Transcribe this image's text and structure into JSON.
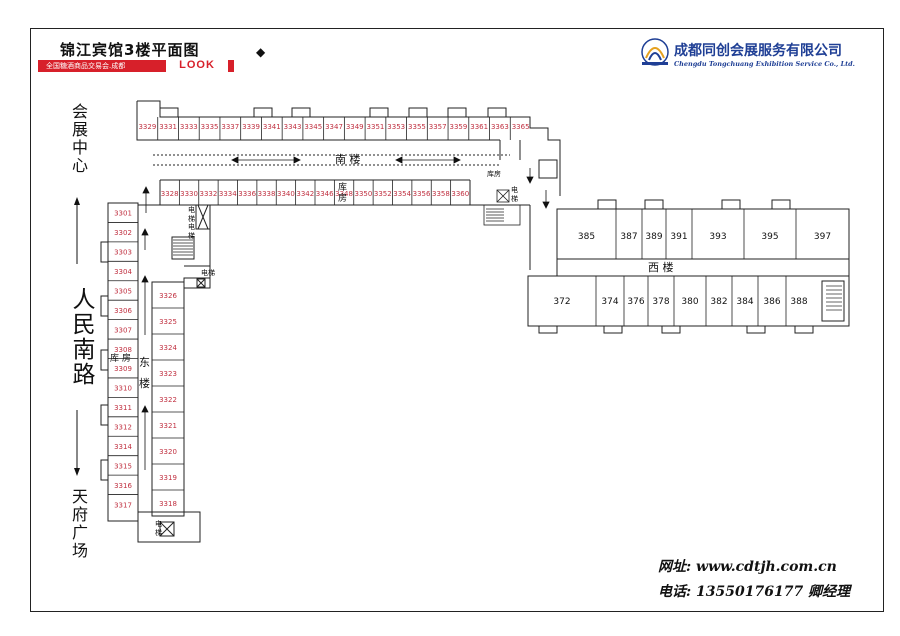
{
  "header": {
    "title": "锦江宾馆3楼平面图",
    "subtitle": "全国糖酒商品交易会.成都",
    "look_logo": "LOOK",
    "marker": "◆",
    "company_cn": "成都同创会展服务有限公司",
    "company_en": "Chengdu Tongchuang Exhibition Service Co., Ltd."
  },
  "side": {
    "top": "会展中心",
    "middle": "人民南路",
    "bottom": "天府广场"
  },
  "contact": {
    "website": "网址: www.cdtjh.com.cn",
    "phone": "电话: 13550176177 卿经理"
  },
  "labels": {
    "south": "南 楼",
    "west": "西 楼",
    "east_1": "东",
    "east_2": "楼",
    "storage": "库 房",
    "storage_2a": "库",
    "storage_2b": "房",
    "storage_3": "库房",
    "elevator": "电梯",
    "elev_a": "电",
    "elev_b": "梯"
  },
  "rooms": {
    "south_top": [
      "3329",
      "3331",
      "3333",
      "3335",
      "3337",
      "3339",
      "3341",
      "3343",
      "3345",
      "3347",
      "3349",
      "3351",
      "3353",
      "3355",
      "3357",
      "3359",
      "3361",
      "3363",
      "3365"
    ],
    "south_bottom": [
      "3328",
      "3330",
      "3332",
      "3334",
      "3336",
      "3338",
      "3340",
      "3342",
      "3346",
      "3348",
      "3350",
      "3352",
      "3354",
      "3356",
      "3358",
      "3360"
    ],
    "east_left": [
      "3301",
      "3302",
      "3303",
      "3304",
      "3305",
      "3306",
      "3307",
      "3308",
      "3309",
      "3310",
      "3311",
      "3312",
      "3314",
      "3315",
      "3316",
      "3317"
    ],
    "east_right": [
      "3326",
      "3325",
      "3324",
      "3323",
      "3322",
      "3321",
      "3320",
      "3319",
      "3318"
    ],
    "west_top": [
      "385",
      "387",
      "389",
      "391",
      "393",
      "395",
      "397"
    ],
    "west_bottom": [
      "372",
      "374",
      "376",
      "378",
      "380",
      "382",
      "384",
      "386",
      "388"
    ]
  }
}
